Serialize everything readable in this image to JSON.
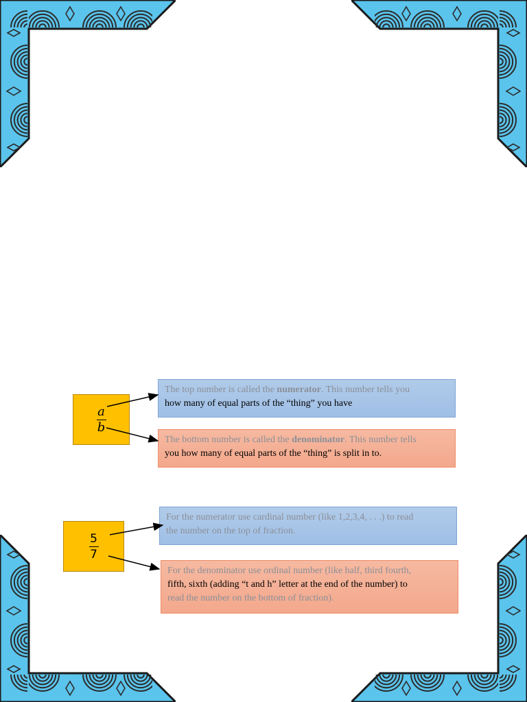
{
  "frame": {
    "border_color": "#5bc4ec",
    "border_dark": "#1a1a1a",
    "pattern_color": "#2b2b2b"
  },
  "example_variables": {
    "numerator": "a",
    "denominator": "b",
    "box_color": "#ffc000"
  },
  "example_numbers": {
    "numerator": "5",
    "denominator": "7",
    "box_color": "#ffc000"
  },
  "numerator_box": {
    "before": "The top number is called the ",
    "term": "numerator",
    "after": ". This number tells you",
    "line2": "how many of equal parts of the “thing” you have"
  },
  "denominator_box": {
    "before": "The bottom number is called the ",
    "term": "denominator",
    "after": ". This number tells",
    "line2": "you how many of equal parts of the “thing” is split in to."
  },
  "cardinal_box": {
    "line1": "For the numerator use cardinal number (like 1,2,3,4, . . .) to read",
    "line2": "the number on the top of fraction."
  },
  "ordinal_box": {
    "line1": "For the denominator use ordinal number (like half, third fourth,",
    "line2": "fifth, sixth (adding “t and h” letter at the end of the number) to",
    "line3": "read the number on the bottom of fraction)."
  },
  "colors": {
    "blue_box": "#a5c4e8",
    "orange_box": "#f4ad92",
    "faded_text": "#8a8f98"
  }
}
